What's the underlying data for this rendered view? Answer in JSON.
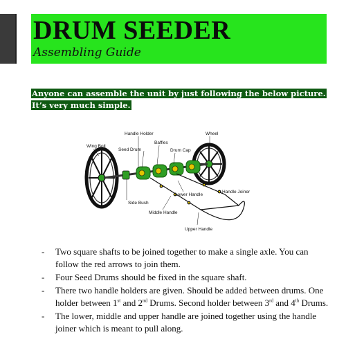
{
  "header": {
    "title": "DRUM SEEDER",
    "subtitle": "Assembling Guide"
  },
  "intro": "Anyone can assemble the unit by just following the below picture. It’s very much simple.",
  "diagram": {
    "labels": {
      "handle_holder": "Handle Holder",
      "wheel": "Wheel",
      "wing_bolt": "Wing Bolt",
      "seed_drum": "Seed Drum",
      "baffles": "Baffles",
      "drum_cap": "Drum Cap",
      "lower_handle": "Lower Handle",
      "handle_joiner": "Handle Joiner",
      "side_bush": "Side Bush",
      "middle_handle": "Middle Handle",
      "upper_handle": "Upper Handle"
    },
    "colors": {
      "drum": "#2f9e24",
      "cap": "#e2c400",
      "wheel": "#111111"
    }
  },
  "notes": {
    "bullet": "-",
    "n1": "Two square shafts to be joined together to make a single axle. You can follow the red arrows to join them.",
    "n2": "Four Seed Drums should be fixed in the square shaft.",
    "n3_a": "There two handle holders are given. Should be added between drums. One holder between 1",
    "n3_sup1": "st",
    "n3_b": " and 2",
    "n3_sup2": "nd",
    "n3_c": " Drums. Second holder between 3",
    "n3_sup3": "rd",
    "n3_d": " and 4",
    "n3_sup4": "th",
    "n3_e": " Drums.",
    "n4": "The lower, middle and upper handle are joined together using the handle joiner which is meant to pull along."
  }
}
